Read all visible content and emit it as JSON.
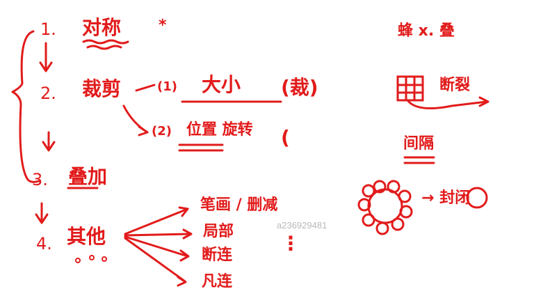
{
  "steps": {
    "s1": {
      "num": "1.",
      "label": "对称",
      "mark": "*"
    },
    "s2": {
      "num": "2.",
      "label": "裁剪",
      "branch1": {
        "tag": "(1)",
        "text": "大小",
        "note": "(裁)"
      },
      "branch2": {
        "tag": "(2)",
        "text": "位置 旋转",
        "note": "("
      }
    },
    "s3": {
      "num": "3.",
      "label": "叠加"
    },
    "s4": {
      "num": "4.",
      "label": "其他",
      "options": [
        "笔画 / 删减",
        "局部",
        "断连",
        "凡连"
      ],
      "more": "⋮"
    }
  },
  "side": {
    "top_label": "蜂 x. 叠",
    "arrow_label": "断裂",
    "below_label": "间隔",
    "flower_label": "→ 封闭"
  },
  "watermark": "a236929481"
}
